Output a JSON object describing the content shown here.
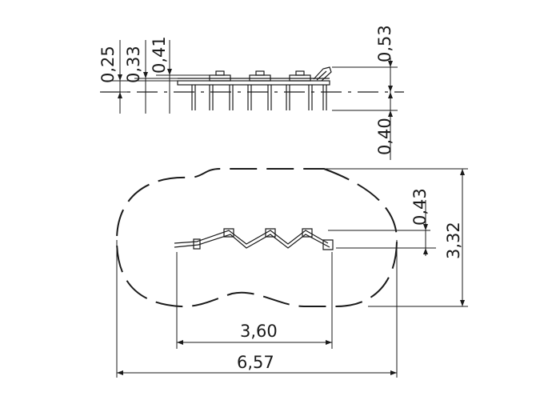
{
  "drawing": {
    "side_view_dimensions": {
      "height_0_25": "0,25",
      "height_0_33": "0,33",
      "height_0_41": "0,41",
      "height_0_53": "0,53",
      "depth_0_40": "0,40"
    },
    "plan_view_dimensions": {
      "inner_width": "3,60",
      "outer_width": "6,57",
      "outer_depth": "3,32",
      "step_height": "0,43"
    },
    "line_color": "#1a1a1a",
    "background": "#ffffff"
  }
}
